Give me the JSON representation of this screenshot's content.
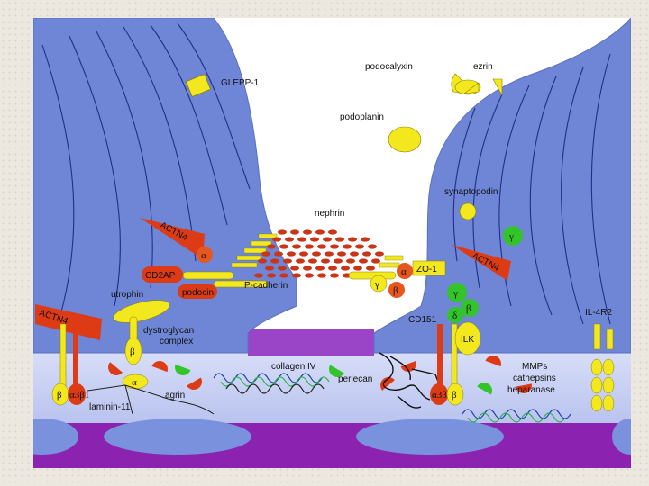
{
  "labels": {
    "glepp1": "GLEPP-1",
    "podocalyxin": "podocalyxin",
    "ezrin": "ezrin",
    "podoplanin": "podoplanin",
    "synaptopodin": "synaptopodin",
    "nephrin": "nephrin",
    "actn4_left": "ACTN4",
    "actn4_right": "ACTN4",
    "actn4_far_left": "ACTN4",
    "cd2ap": "CD2AP",
    "podocin": "podocin",
    "p_cadherin": "P-cadherin",
    "zo1": "ZO-1",
    "utrophin": "utrophin",
    "dystroglycan": "dystroglycan",
    "complex": "complex",
    "cd151": "CD151",
    "ilk": "ILK",
    "il4r2": "IL-4R2",
    "collagen_iv": "collagen IV",
    "perlecan": "perlecan",
    "agrin": "agrin",
    "laminin11": "laminin-11",
    "mmps": "MMPs",
    "cathepsins": "cathepsins",
    "heparanase": "heparanase"
  },
  "greek": {
    "alpha": "α",
    "beta": "β",
    "gamma": "γ",
    "delta": "δ",
    "alpha_beta": "α3β1"
  },
  "colors": {
    "cell_blue": "#6f86d6",
    "cell_light": "#9db0ec",
    "gbm": "#cbd3f4",
    "purple": "#8c22b0",
    "red": "#dd3b16",
    "yellow": "#f2e81d",
    "green": "#33c42a",
    "orange_red": "#e6561f"
  }
}
